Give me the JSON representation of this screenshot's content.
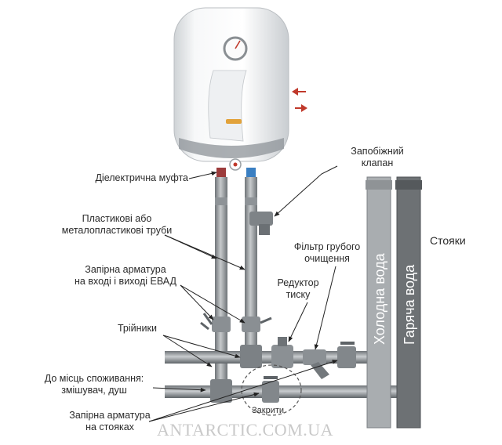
{
  "labels": {
    "dielectric_coupling": "Діелектрична муфта",
    "pipes": [
      "Пластикові або",
      "металопластикові труби"
    ],
    "shutoff_evad": [
      "Запірна арматура",
      "на вході і виході ЕВАД"
    ],
    "tees": "Трійники",
    "consumption": [
      "До місць споживання:",
      "змішувач, душ"
    ],
    "shutoff_risers": [
      "Запірна арматура",
      "на стояках"
    ],
    "safety_valve": [
      "Запобіжний",
      "клапан"
    ],
    "coarse_filter": [
      "Фільтр грубого",
      "очищення"
    ],
    "pressure_reducer": [
      "Редуктор",
      "тиску"
    ],
    "risers": "Стояки",
    "cold_water": "Холодна вода",
    "hot_water": "Гаряча вода",
    "closed": "Закрити",
    "watermark": "ANTARCTIC.COM.UA"
  },
  "colors": {
    "tank": "#f4f5f6",
    "tank_shade": "#d9dcdf",
    "pipe_gray": "#8a8f93",
    "pipe_dark": "#5e6367",
    "riser_cold": "#a9adb0",
    "riser_hot": "#6d7174",
    "arrow_red": "#c0392b",
    "leader": "#222222",
    "watermark": "#c9c9c9"
  }
}
